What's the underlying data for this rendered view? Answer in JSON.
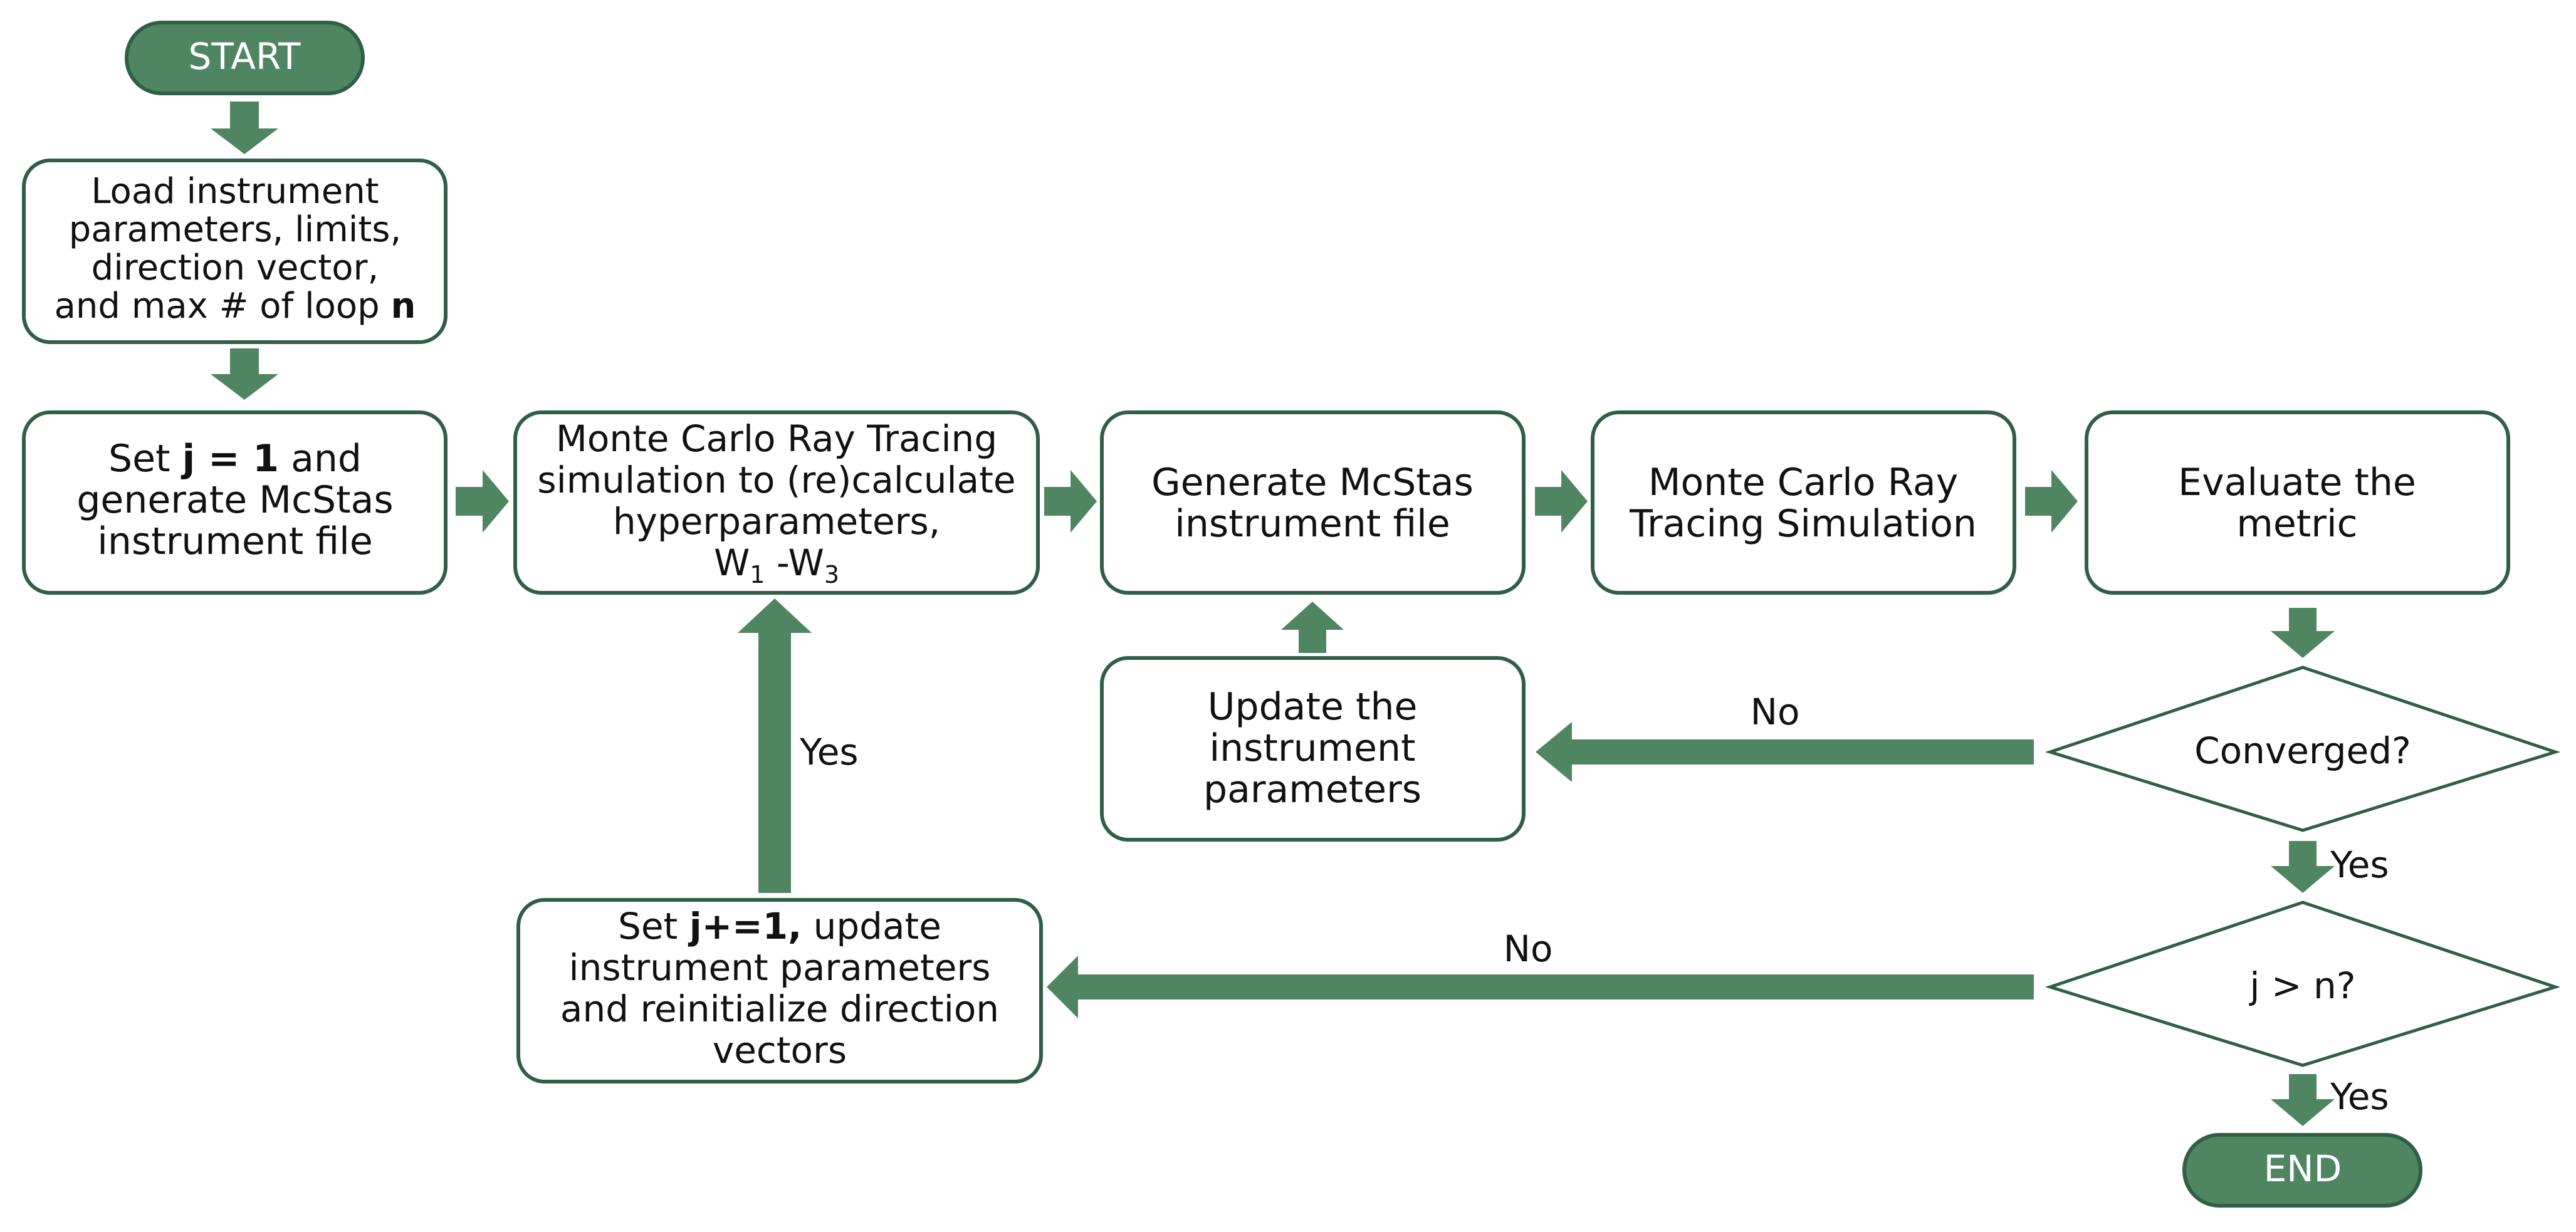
{
  "colors": {
    "accent": "#4f8661",
    "border": "#2f5f44",
    "text": "#111111",
    "terminal_text": "#ffffff",
    "background": "#ffffff"
  },
  "start": {
    "label": "START"
  },
  "end": {
    "label": "END"
  },
  "load": {
    "line1": "Load instrument",
    "line2": "parameters, limits,",
    "line3": "direction vector,",
    "line4_pre": "and max # of loop ",
    "line4_bold": "n"
  },
  "set_j": {
    "line1_pre": "Set ",
    "line1_bold": "j = 1",
    "line1_post": " and",
    "line2": "generate McStas",
    "line3": "instrument file"
  },
  "mc_hyper": {
    "line1": "Monte Carlo Ray Tracing",
    "line2": "simulation to (re)calculate",
    "line3": "hyperparameters,",
    "w1_letter": "W",
    "w1_sub": "1",
    "dash": " -W",
    "w3_sub": "3"
  },
  "generate": {
    "line1": "Generate McStas",
    "line2": "instrument file"
  },
  "mc_sim": {
    "line1": "Monte Carlo Ray",
    "line2": "Tracing Simulation"
  },
  "evaluate": {
    "line1": "Evaluate the",
    "line2": "metric"
  },
  "update": {
    "line1": "Update the",
    "line2": "instrument",
    "line3": "parameters"
  },
  "set_jplus": {
    "line1_pre": "Set ",
    "line1_bold": "j+=1,",
    "line1_post": " update",
    "line2": "instrument parameters",
    "line3": "and reinitialize direction",
    "line4": "vectors"
  },
  "converged": {
    "label": "Converged?"
  },
  "j_gt_n": {
    "label": "j > n?"
  },
  "edges": {
    "converged_no": "No",
    "converged_yes": "Yes",
    "jn_no": "No",
    "jn_yes": "Yes",
    "loop_yes": "Yes"
  }
}
